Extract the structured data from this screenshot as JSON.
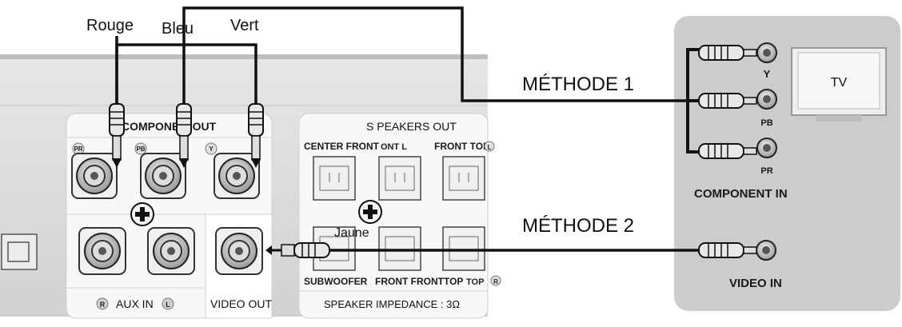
{
  "cable_colors": {
    "rouge": "Rouge",
    "bleu": "Bleu",
    "vert": "Vert",
    "jaune": "Jaune"
  },
  "methods": {
    "method1": "MÉTHODE 1",
    "method2": "MÉTHODE 2"
  },
  "device_panel": {
    "component_out": "COMPONE  T OUT",
    "jack_pr": "PR",
    "jack_pb": "PB",
    "jack_y": "Y",
    "speakers_out": "S PEAKERS OUT",
    "center_front": "CENTER FRONT",
    "front_l_overlap": "ONT L",
    "front_top_l": "FRONT TOP",
    "front_top_l_badge": "L",
    "subwoofer": "SUBWOOFER",
    "front_front_top": "FRONT FRONTTOP",
    "top_r_overlap": "TOP",
    "r_badge": "R",
    "aux_in": "AUX IN",
    "aux_r": "R",
    "aux_l": "L",
    "video_out": "VIDEO OUT",
    "speaker_impedance": "SPEAKER IMPEDANCE : 3Ω"
  },
  "tv_panel": {
    "tv": "TV",
    "y": "Y",
    "pb": "PB",
    "pr": "PR",
    "component_in": "COMPONENT IN",
    "video_in": "VIDEO IN"
  },
  "colors": {
    "panel_gray": "#d7d7d7",
    "tv_gray": "#c9c9c9",
    "cable": "#111111"
  }
}
